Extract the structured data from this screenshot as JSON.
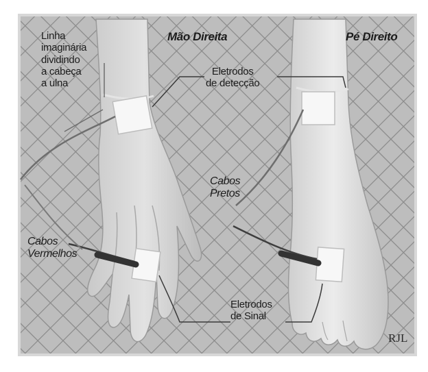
{
  "figure": {
    "title_hand": "Mão Direita",
    "title_foot": "Pé Direito",
    "imaginary_line_label": [
      "Linha",
      "imaginária",
      "dividindo",
      "a cabeça",
      "a ulna"
    ],
    "detection_electrodes_label": [
      "Eletrodos",
      "de detecção"
    ],
    "black_cables_label": [
      "Cabos",
      "Pretos"
    ],
    "red_cables_label": [
      "Cabos",
      "Vermelhos"
    ],
    "signal_electrodes_label": [
      "Eletrodos",
      "de Sinal"
    ],
    "signature": "RJL"
  }
}
